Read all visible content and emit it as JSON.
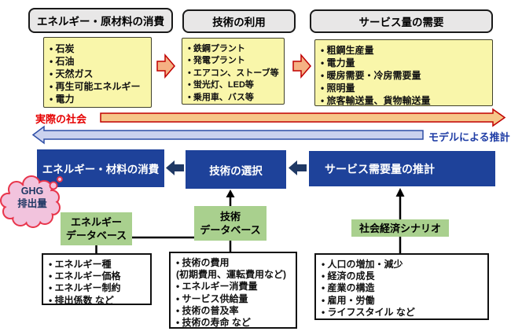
{
  "diagram": {
    "headers": [
      "エネルギー・原材料の消費",
      "技術の利用",
      "サービス量の需要"
    ],
    "top_lists": [
      {
        "items": [
          "石炭",
          "石油",
          "天然ガス",
          "再生可能エネルギー",
          "電力"
        ]
      },
      {
        "items": [
          "鉄鋼プラント",
          "発電プラント",
          "エアコン、ストーブ等",
          "蛍光灯、LED等",
          "乗用車、バス等"
        ]
      },
      {
        "items": [
          "粗鋼生産量",
          "電力量",
          "暖房需要・冷房需要量",
          "照明量",
          "旅客輸送量、貨物輸送量"
        ]
      }
    ],
    "axis_labels": {
      "real_society": "実際の社会",
      "model_estimate": "モデルによる推計"
    },
    "model_boxes": [
      "エネルギー・材料の消費",
      "技術の選択",
      "サービス需要量の推計"
    ],
    "ghg_cloud": {
      "line1": "GHG",
      "line2": "排出量"
    },
    "db_boxes": [
      {
        "lines": [
          "エネルギー",
          "データベース"
        ]
      },
      {
        "lines": [
          "技術",
          "データベース"
        ]
      },
      {
        "lines": [
          "社会経済シナリオ"
        ]
      }
    ],
    "detail_lists": [
      {
        "items": [
          "エネルギー種",
          "エネルギー価格",
          "エネルギー制約",
          "排出係数 など"
        ]
      },
      {
        "items": [
          "技術の費用",
          "(初期費用、運転費用など)",
          "エネルギー消費量",
          "サービス供給量",
          "技術の普及率",
          "技術の寿命 など"
        ]
      },
      {
        "items": [
          "人口の増加・減少",
          "経済の成長",
          "産業の構造",
          "雇用・労働",
          "ライフスタイル など"
        ]
      }
    ],
    "colors": {
      "model_blue": "#1e429a",
      "db_green": "#a9d08e",
      "list_yellow": "#f9f6aa",
      "arrow_navy": "#1f3864",
      "arrow_red_border": "#c00000",
      "arrow_orange_fill": "#f5b183",
      "real_arrow_fill": "#f6c689",
      "model_arrow_fill": "#cbd2ee",
      "cloud_pink": "#f2c3dd",
      "cloud_border": "#e8354b"
    }
  }
}
